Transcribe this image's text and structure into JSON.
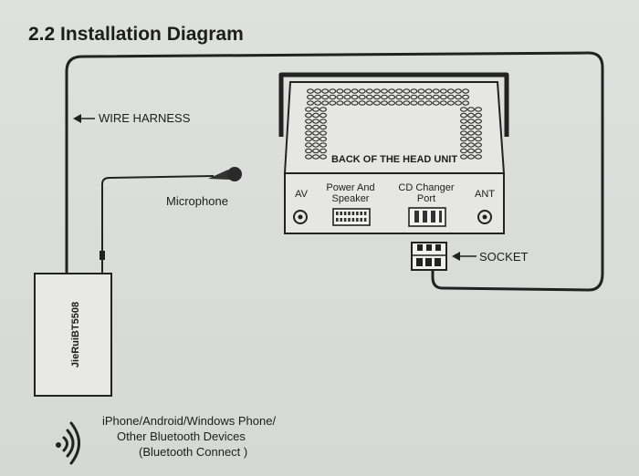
{
  "title": "2.2 Installation Diagram",
  "labels": {
    "wire_harness": "WIRE HARNESS",
    "microphone": "Microphone",
    "back_of_head_unit": "BACK OF THE HEAD UNIT",
    "av": "AV",
    "power_speaker": [
      "Power And",
      "Speaker"
    ],
    "cd_changer": [
      "CD Changer",
      "Port"
    ],
    "ant": "ANT",
    "socket": "SOCKET",
    "device_model": "JieRuiBT5508",
    "bluetooth_text": [
      "iPhone/Android/Windows Phone/",
      "Other Bluetooth Devices",
      "(Bluetooth Connect )"
    ]
  },
  "icons": {
    "bluetooth_waves": "wireless-signal-icon",
    "arrow": "arrow-left-icon"
  },
  "colors": {
    "line": "#222222",
    "paper": "#dcdeda",
    "unit_fill": "#e6e7e4"
  }
}
